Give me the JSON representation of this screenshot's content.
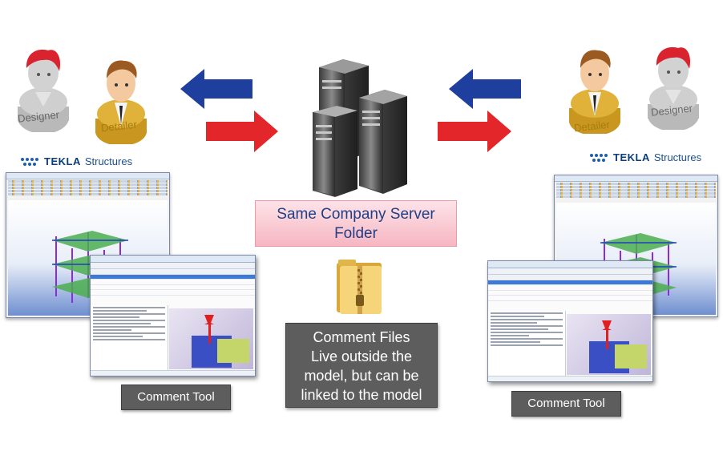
{
  "people": {
    "left_designer": "Designer",
    "left_detailer": "Detailer",
    "right_detailer": "Detailer",
    "right_designer": "Designer"
  },
  "logo": {
    "brand": "TEKLA",
    "product": "Structures"
  },
  "server_label": {
    "line1": "Same Company Server",
    "line2": "Folder"
  },
  "comment_files_label": {
    "line1": "Comment Files",
    "line2": "Live outside the",
    "line3": "model, but can be",
    "line4": "linked to the model"
  },
  "comment_tool_label": "Comment Tool",
  "colors": {
    "arrow_blue": "#1e3f9e",
    "arrow_red": "#e3262a",
    "server_box_fill": "#f8c6cf",
    "server_text": "#1f3f86",
    "label_box": "#5d5d5d"
  }
}
